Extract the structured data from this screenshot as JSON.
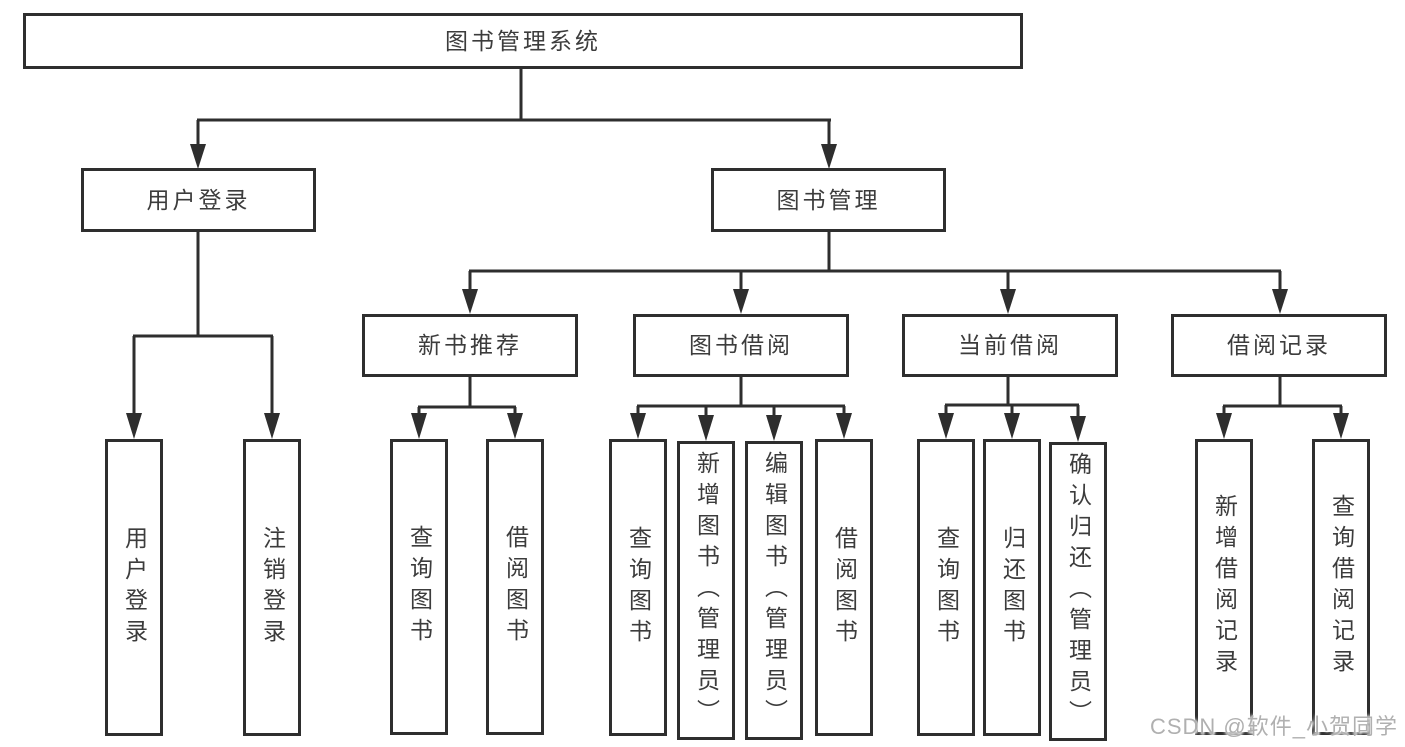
{
  "tree": {
    "label": "图书管理系统",
    "children": [
      {
        "label": "用户登录",
        "children": [
          {
            "label": "用户登录"
          },
          {
            "label": "注销登录"
          }
        ]
      },
      {
        "label": "图书管理",
        "children": [
          {
            "label": "新书推荐",
            "children": [
              {
                "label": "查询图书"
              },
              {
                "label": "借阅图书"
              }
            ]
          },
          {
            "label": "图书借阅",
            "children": [
              {
                "label": "查询图书"
              },
              {
                "label": "新增图书（管理员）"
              },
              {
                "label": "编辑图书（管理员）"
              },
              {
                "label": "借阅图书"
              }
            ]
          },
          {
            "label": "当前借阅",
            "children": [
              {
                "label": "查询图书"
              },
              {
                "label": "归还图书"
              },
              {
                "label": "确认归还（管理员）"
              }
            ]
          },
          {
            "label": "借阅记录",
            "children": [
              {
                "label": "新增借阅记录"
              },
              {
                "label": "查询借阅记录"
              }
            ]
          }
        ]
      }
    ]
  },
  "watermark": "CSDN @软件_小贺同学",
  "colors": {
    "line": "#2e2e2e",
    "text": "#3c3c3c",
    "box_fill": "#ffffff",
    "background": "#ffffff",
    "watermark": "#b0b0b0"
  }
}
